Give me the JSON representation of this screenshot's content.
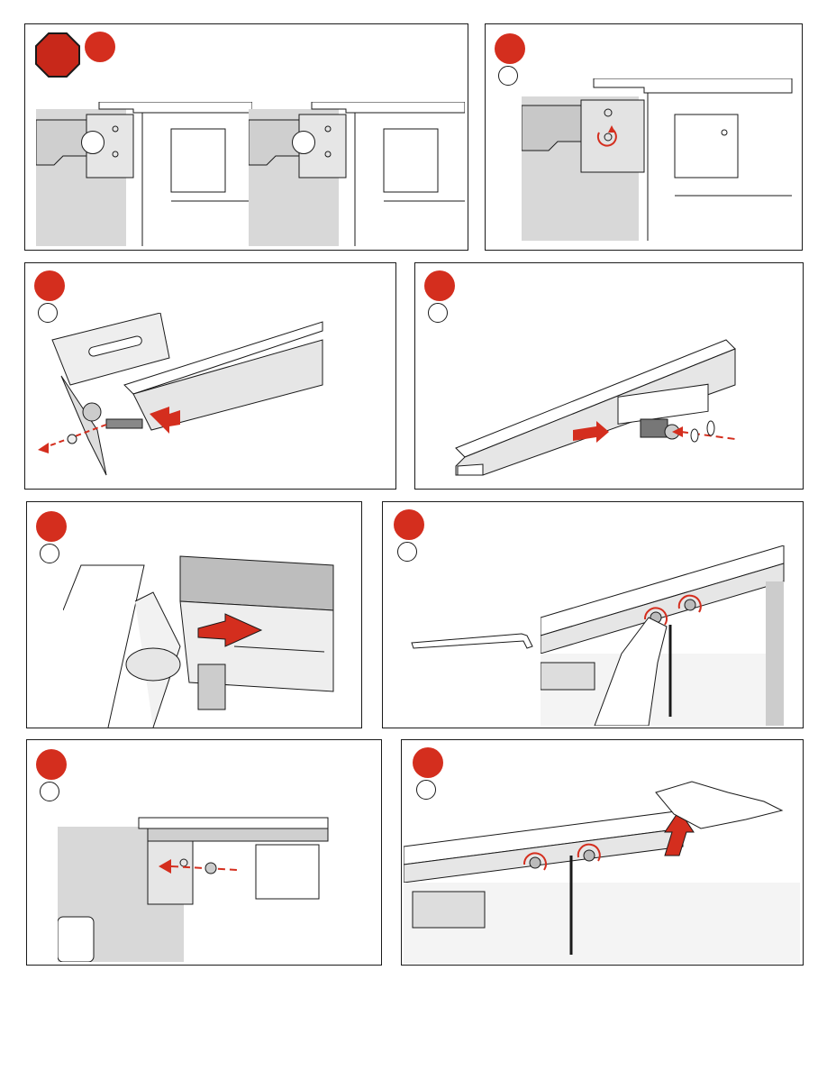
{
  "document": {
    "page_type": "installation-instructions",
    "colors": {
      "accent": "#d42e1e",
      "stop": "#c8281a",
      "line": "#1a1a1a",
      "shade": "#d8d8d8",
      "shade_dark": "#b8b8b8"
    }
  },
  "panels": [
    {
      "id": "p1",
      "has_stop_icon": true,
      "callouts": 2,
      "icons": [
        "stop-sign-icon",
        "callout-circle-icon"
      ]
    },
    {
      "id": "p2",
      "icons": [
        "rotate-arrow-icon",
        "callout-circle-icon"
      ]
    },
    {
      "id": "p3",
      "icons": [
        "insert-arrow-icon",
        "bolt-icon"
      ]
    },
    {
      "id": "p4",
      "icons": [
        "insert-arrow-icon",
        "bolt-icon"
      ]
    },
    {
      "id": "p5",
      "icons": [
        "slide-arrow-icon"
      ]
    },
    {
      "id": "p6",
      "icons": [
        "hex-key-icon",
        "rotate-arrow-icon",
        "hand-icon"
      ]
    },
    {
      "id": "p7",
      "icons": [
        "insert-arrow-icon",
        "bolt-icon"
      ]
    },
    {
      "id": "p8",
      "icons": [
        "rotate-arrow-icon",
        "push-up-arrow-icon",
        "hand-icon"
      ]
    }
  ]
}
